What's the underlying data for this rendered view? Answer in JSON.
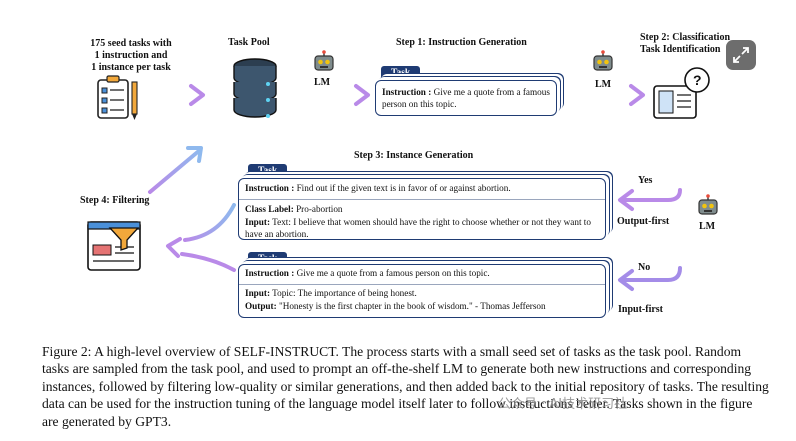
{
  "figure": {
    "seed_label": "175 seed tasks with\n1 instruction and\n1 instance per task",
    "task_pool_label": "Task Pool",
    "lm_label_left": "LM",
    "lm_label_right": "LM",
    "lm_label_side": "LM",
    "step1_title": "Step 1: Instruction Generation",
    "step2_title": "Step 2: Classification\nTask Identification",
    "step3_title": "Step 3: Instance Generation",
    "step4_title": "Step 4: Filtering",
    "yes_label": "Yes",
    "no_label": "No",
    "output_first_label": "Output-first",
    "input_first_label": "Input-first",
    "step1_card": {
      "tab": "Task",
      "instruction_key": "Instruction :",
      "instruction_text": " Give me a quote from a famous person on this topic."
    },
    "output_first_card": {
      "tab": "Task",
      "instruction_key": "Instruction :",
      "instruction_text": " Find out if the given text is in favor of or against abortion.",
      "class_label_key": "Class Label:",
      "class_label_text": " Pro-abortion",
      "input_key": "Input:",
      "input_text": " Text: I believe that women should have the right to choose whether or not they want to have an abortion."
    },
    "input_first_card": {
      "tab": "Task",
      "instruction_key": "Instruction :",
      "instruction_text": " Give me a quote from a famous person on this topic.",
      "input_key": "Input:",
      "input_text": " Topic: The importance of being honest.",
      "output_key": "Output:",
      "output_text": " \"Honesty is the first chapter in the book of wisdom.\" - Thomas Jefferson"
    }
  },
  "caption": {
    "text": "Figure 2: A high-level overview of SELF-INSTRUCT. The process starts with a small seed set of tasks as the task pool. Random tasks are sampled from the task pool, and used to prompt an off-the-shelf LM to generate both new instructions and corresponding instances, followed by filtering low-quality or similar generations, and then added back to the initial repository of tasks. The resulting data can be used for the instruction tuning of the language model itself later to follow instructions better. Tasks shown in the figure are generated by GPT3."
  },
  "watermark": {
    "text": "公众号 · AI技术研习社"
  },
  "icons": {
    "expand": "expand-icon",
    "robot": "robot-icon",
    "database": "database-icon",
    "checklist": "checklist-icon",
    "classifier": "classifier-icon",
    "filter": "filter-icon"
  },
  "colors": {
    "tab_navy": "#1f3b73",
    "arrow_blue": "#8fb1ee",
    "arrow_purple": "#b58ae6"
  }
}
